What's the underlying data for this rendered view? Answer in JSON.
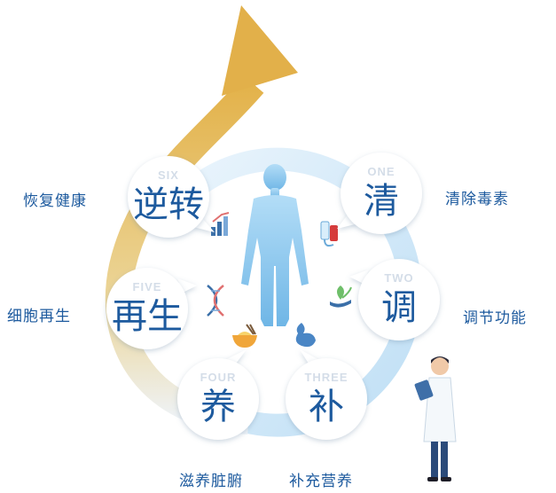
{
  "colors": {
    "accent": "#1d5a9e",
    "arrow_gold": "#e6b94f",
    "ring_blue": "#cfe6f7",
    "body_blue": "#8ecbf0"
  },
  "steps": [
    {
      "num": "ONE",
      "char": "清",
      "label": "清除毒素",
      "icon": "bottles-icon"
    },
    {
      "num": "TWO",
      "char": "调",
      "label": "调节功能",
      "icon": "leaf-hand-icon"
    },
    {
      "num": "THREE",
      "char": "补",
      "label": "补充营养",
      "icon": "stomach-icon"
    },
    {
      "num": "FOUR",
      "char": "养",
      "label": "滋养脏腑",
      "icon": "bowl-icon"
    },
    {
      "num": "FIVE",
      "char": "再生",
      "label": "细胞再生",
      "icon": "dna-icon"
    },
    {
      "num": "SIX",
      "char": "逆转",
      "label": "恢复健康",
      "icon": "growth-chart-icon"
    }
  ]
}
